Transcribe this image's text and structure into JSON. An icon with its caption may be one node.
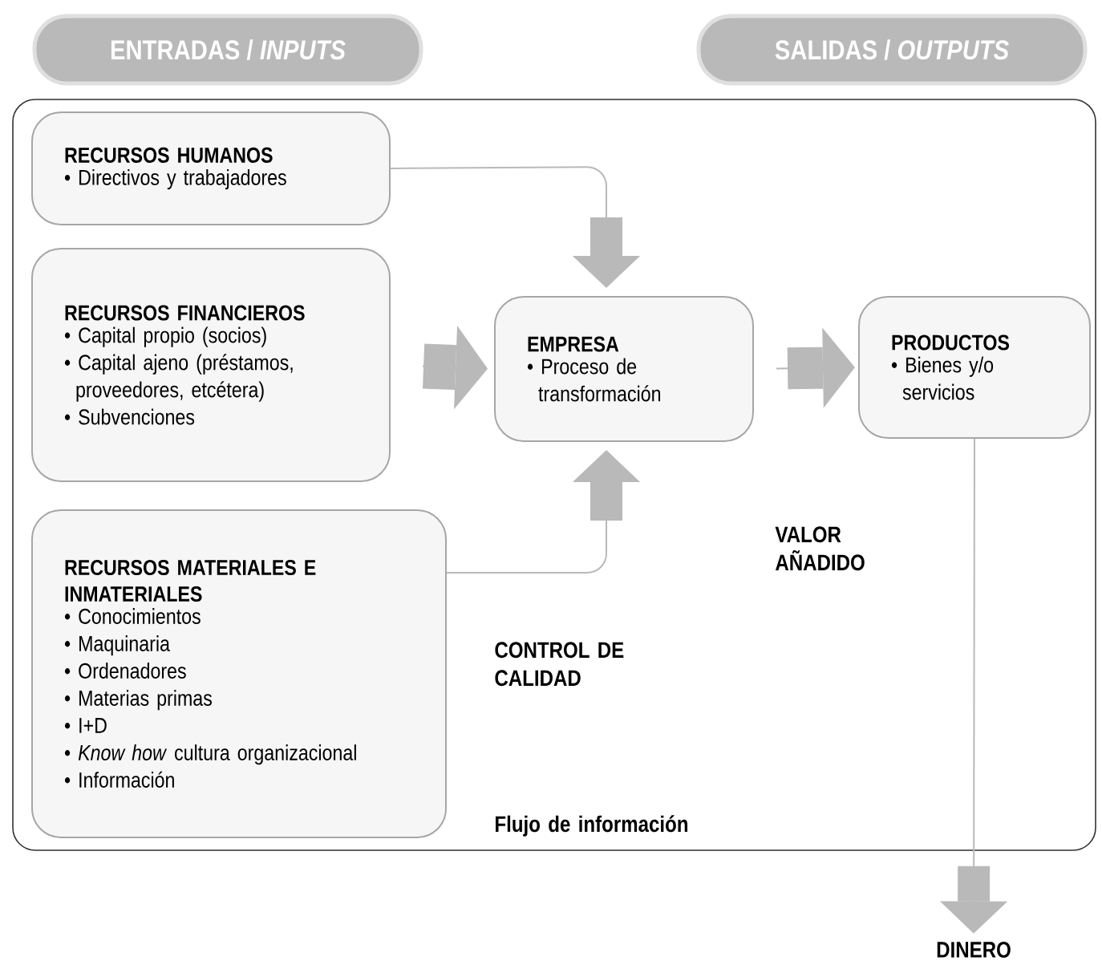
{
  "diagram": {
    "nodes": [
      {
        "text": [
          "ENTRADAS / *INPUTS*"
        ]
      },
      {
        "text": [
          "SALIDAS / *OUTPUTS*"
        ]
      },
      {
        "text": [],
        "shape": "box"
      },
      {
        "text": [
          "RECURSOS HUMANOS",
          "• Directivos y trabajadores"
        ],
        "in": 2
      },
      {
        "text": [
          "RECURSOS FINANCIEROS",
          "• Capital propio (socios)",
          "• Capital ajeno (préstamos, proveedores, etcétera)",
          "• Subvenciones"
        ],
        "in": 2
      },
      {
        "text": [
          "EMPRESA",
          "• Proceso de transformación"
        ],
        "in": 2
      },
      {
        "text": [
          "PRODUCTOS",
          "• Bienes y/o servicios"
        ],
        "in": 2
      },
      {
        "text": [
          "RECURSOS MATERIALES E INMATERIALES",
          "• Conocimientos",
          "• Maquinaria",
          "• Ordenadores",
          "• Materias primas",
          "• I+D",
          "• *Know how* cultura organizacional",
          "• Información"
        ],
        "in": 2
      },
      {
        "text": [
          "DINERO"
        ]
      }
    ],
    "edges": [
      {
        "from": 3,
        "to": 5,
        "arrow": "to"
      },
      {
        "from": 4,
        "to": 5,
        "arrow": "to"
      },
      {
        "from": 7,
        "to": 5,
        "arrow": "to"
      },
      {
        "from": 5,
        "to": 6,
        "arrow": "to"
      },
      {
        "from": 6,
        "to": 8,
        "arrow": "to"
      }
    ],
    "labels": [
      "VALOR AÑADIDO",
      "CONTROL DE CALIDAD",
      "Flujo de información"
    ]
  }
}
